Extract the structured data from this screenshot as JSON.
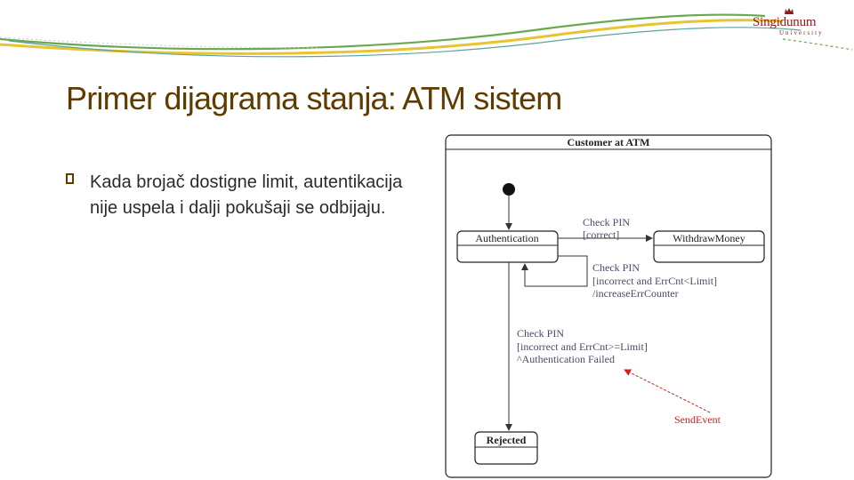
{
  "header": {
    "logo": {
      "name": "Singidunum",
      "subtitle": "University"
    }
  },
  "slide": {
    "title": "Primer dijagrama stanja: ATM sistem",
    "bullets": [
      "Kada brojač dostigne limit, autentikacija nije uspela i dalji pokušaji se odbijaju."
    ]
  },
  "diagram": {
    "frame_title": "Customer at ATM",
    "states": {
      "authentication": "Authentication",
      "withdraw_money": "WithdrawMoney",
      "rejected": "Rejected"
    },
    "transitions": {
      "correct": {
        "line1": "Check PIN",
        "line2": "[correct]"
      },
      "incorrect": {
        "line1": "Check PIN",
        "line2": "[incorrect and ErrCnt<Limit]",
        "line3": "/increaseErrCounter"
      },
      "limit": {
        "line1": "Check PIN",
        "line2": "[incorrect and ErrCnt>=Limit]",
        "line3": "^Authentication Failed"
      }
    },
    "send_event_label": "SendEvent"
  },
  "colors": {
    "title": "#5f3b00",
    "text": "#2b2b2b",
    "brand": "#8a1c1c",
    "diagram_text": "#4a4a6a",
    "send_event": "#cc2222",
    "swoosh_yellow": "#e8c430",
    "swoosh_green": "#6aa84f",
    "swoosh_teal": "#5aa3a0"
  }
}
